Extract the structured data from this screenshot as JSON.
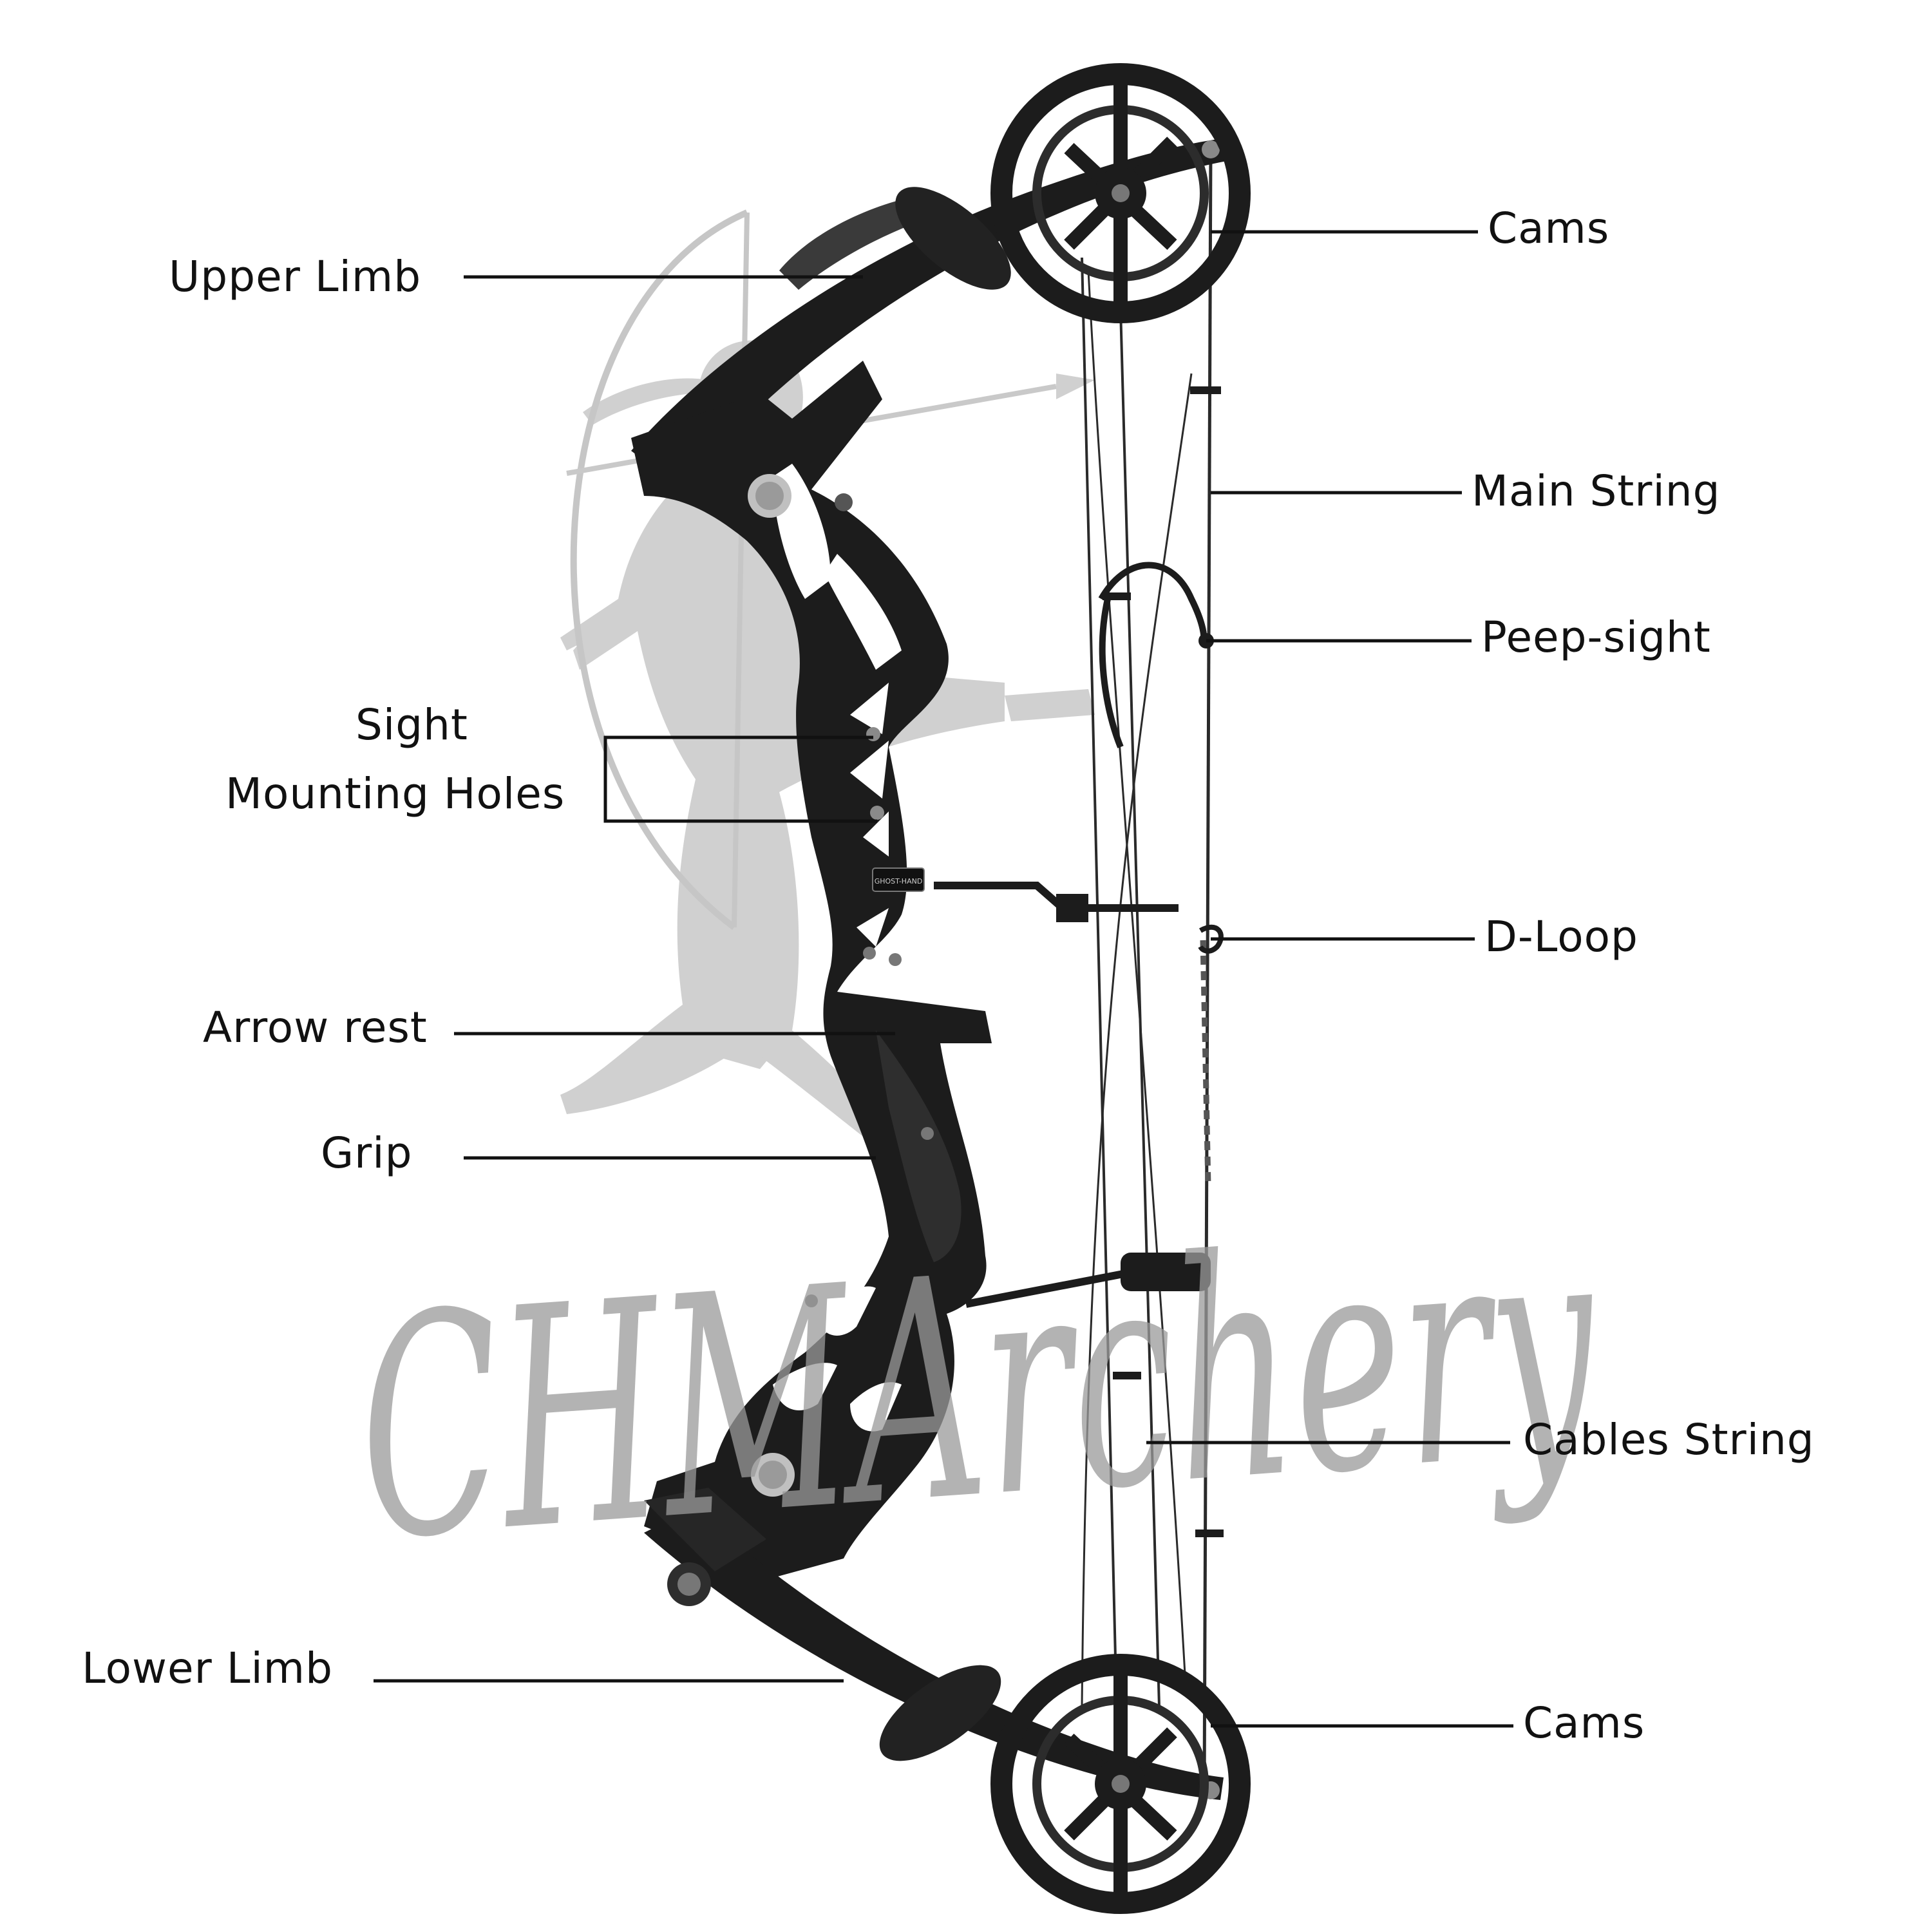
{
  "watermark": {
    "text": "CHMArchery",
    "color": "#9a9a9a"
  },
  "product_badge": "GHOST-HAND",
  "labels": {
    "upper_limb": "Upper Limb",
    "sight_line1": "Sight",
    "sight_line2": "Mounting Holes",
    "arrow_rest": "Arrow rest",
    "grip": "Grip",
    "lower_limb": "Lower Limb",
    "cams_top": "Cams",
    "main_string": "Main String",
    "peep_sight": "Peep-sight",
    "d_loop": "D-Loop",
    "cables_string": "Cables String",
    "cams_bottom": "Cams"
  },
  "colors": {
    "bow_body": "#1c1c1c",
    "bow_highlight": "#3a3a3a",
    "text": "#111111",
    "silhouette": "#c4c4c4"
  }
}
